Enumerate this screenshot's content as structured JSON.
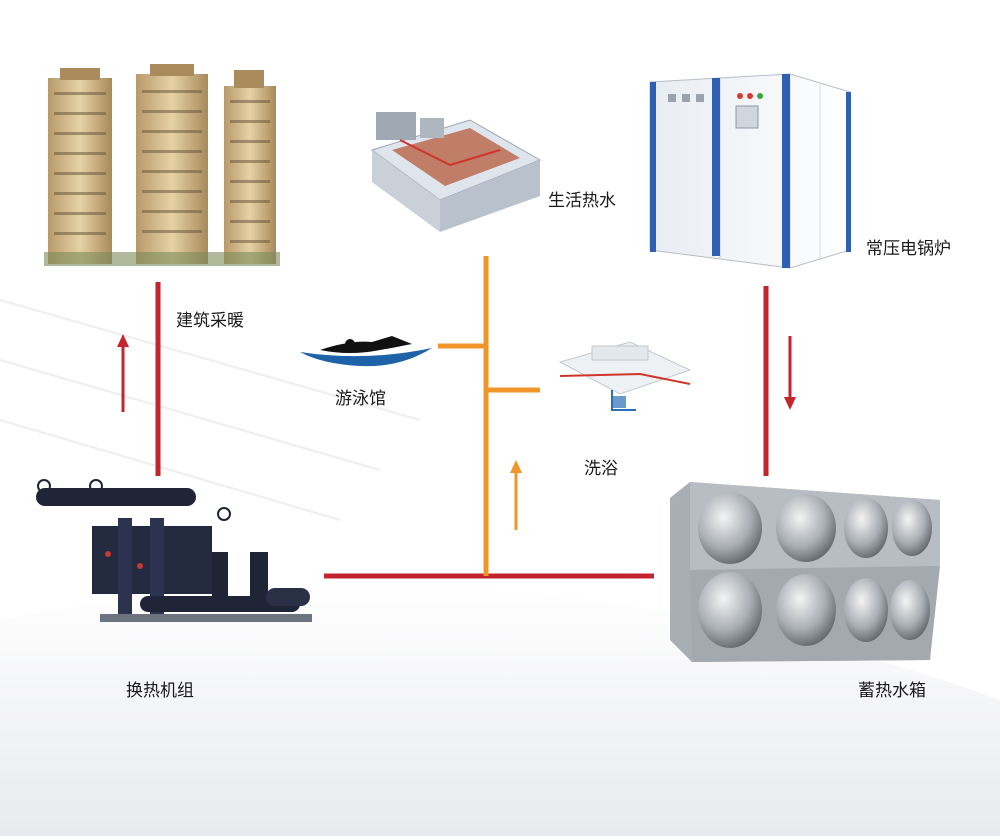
{
  "labels": {
    "building_heating": "建筑采暖",
    "domestic_hot_water": "生活热水",
    "boiler": "常压电锅炉",
    "pool": "游泳馆",
    "bathing": "洗浴",
    "heat_exchanger": "换热机组",
    "storage_tank": "蓄热水箱"
  },
  "colors": {
    "supply_pipe": "#c4242c",
    "hot_water_pipe": "#f0952a",
    "background": "#ffffff"
  }
}
